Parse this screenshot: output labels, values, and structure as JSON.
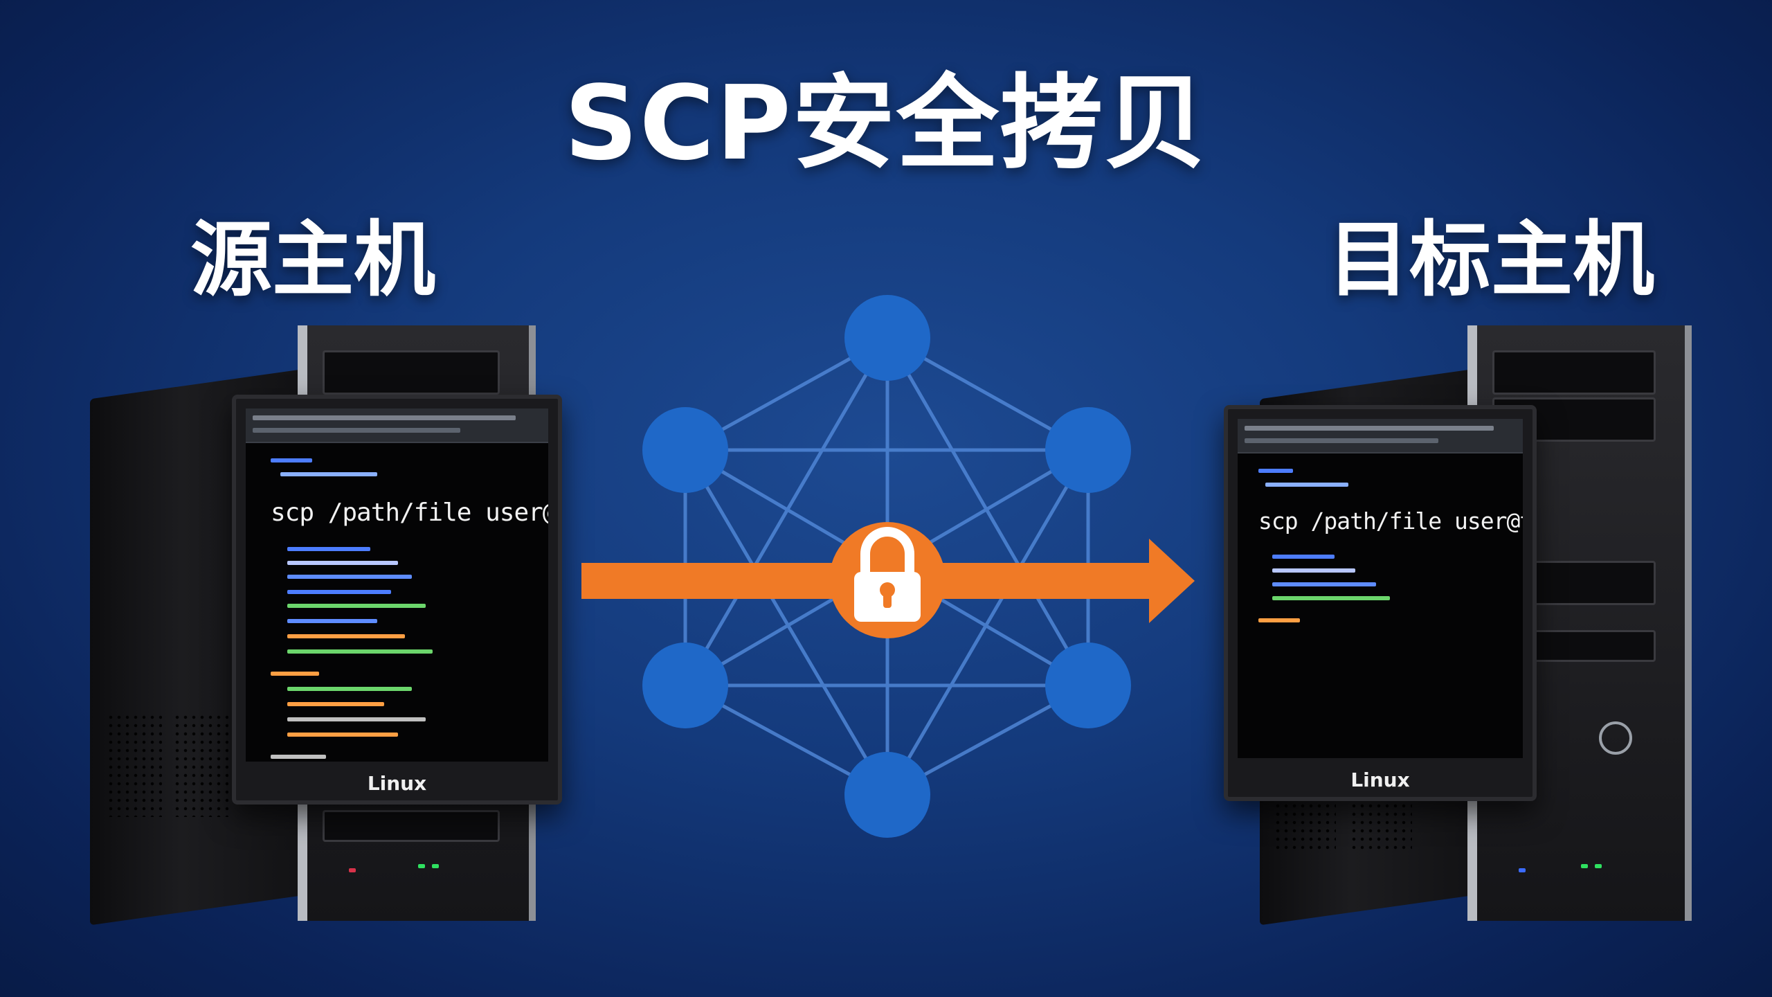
{
  "title": "SCP安全拷贝",
  "source_host": {
    "label": "源主机",
    "command": "scp /path/file user@target:/path",
    "brand": "Linux"
  },
  "target_host": {
    "label": "目标主机",
    "command": "scp /path/file user@target:/path",
    "brand": "Linux"
  },
  "colors": {
    "background": "#143a7c",
    "node": "#1f68c8",
    "edge": "#4f86d6",
    "arrow": "#f07a26",
    "lock_body": "#ffffff"
  },
  "icons": {
    "lock": "padlock-icon",
    "arrow": "arrow-right-icon"
  }
}
